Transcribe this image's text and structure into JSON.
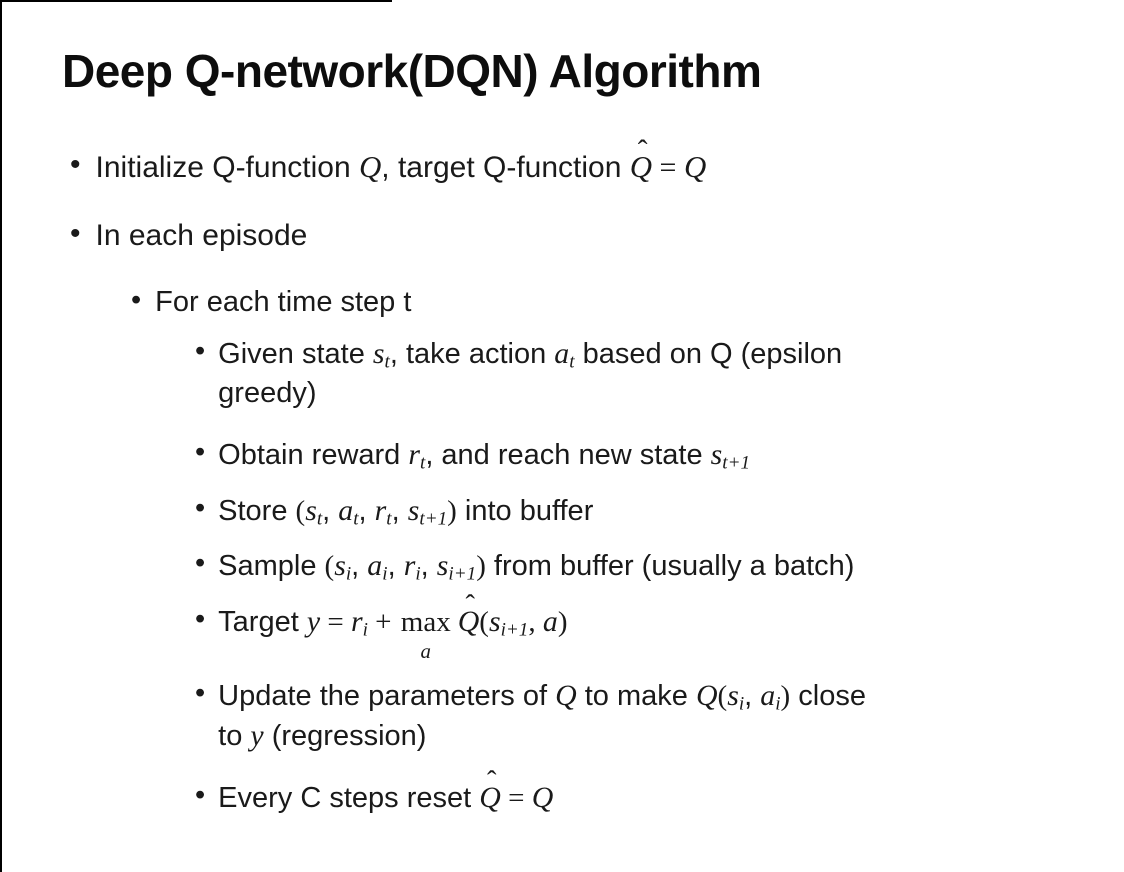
{
  "slide": {
    "title": "Deep Q-network(DQN) Algorithm",
    "background_color": "#ffffff",
    "text_color": "#1a1a1a",
    "border_color": "#000000",
    "symbols": {
      "bullet": "•",
      "hat": "ˆ"
    },
    "bullets": [
      {
        "level": 1,
        "segments": [
          [
            "t",
            "Initialize Q-function "
          ],
          [
            "v",
            "Q"
          ],
          [
            "t",
            ", target Q-function "
          ],
          [
            "h",
            "Q"
          ],
          [
            "u",
            " = "
          ],
          [
            "v",
            "Q"
          ]
        ]
      },
      {
        "level": 1,
        "segments": [
          [
            "t",
            "In each episode"
          ]
        ]
      },
      {
        "level": 2,
        "segments": [
          [
            "t",
            "For each time step t"
          ]
        ]
      },
      {
        "level": 3,
        "segments": [
          [
            "t",
            "Given state "
          ],
          [
            "v",
            "s"
          ],
          [
            "s",
            "t"
          ],
          [
            "t",
            ", take action "
          ],
          [
            "v",
            "a"
          ],
          [
            "s",
            "t"
          ],
          [
            "t",
            " based on Q (epsilon"
          ],
          [
            "b"
          ],
          [
            "t",
            "greedy)"
          ]
        ]
      },
      {
        "level": 3,
        "segments": [
          [
            "t",
            "Obtain reward "
          ],
          [
            "v",
            "r"
          ],
          [
            "s",
            "t"
          ],
          [
            "t",
            ", and reach new state "
          ],
          [
            "v",
            "s"
          ],
          [
            "s",
            "t+1"
          ]
        ]
      },
      {
        "level": 3,
        "segments": [
          [
            "t",
            "Store "
          ],
          [
            "u",
            "("
          ],
          [
            "v",
            "s"
          ],
          [
            "s",
            "t"
          ],
          [
            "t",
            ", "
          ],
          [
            "v",
            "a"
          ],
          [
            "s",
            "t"
          ],
          [
            "t",
            ", "
          ],
          [
            "v",
            "r"
          ],
          [
            "s",
            "t"
          ],
          [
            "t",
            ", "
          ],
          [
            "v",
            "s"
          ],
          [
            "s",
            "t+1"
          ],
          [
            "u",
            ")"
          ],
          [
            "t",
            " into buffer"
          ]
        ]
      },
      {
        "level": 3,
        "segments": [
          [
            "t",
            "Sample "
          ],
          [
            "u",
            "("
          ],
          [
            "v",
            "s"
          ],
          [
            "s",
            "i"
          ],
          [
            "t",
            ", "
          ],
          [
            "v",
            "a"
          ],
          [
            "s",
            "i"
          ],
          [
            "t",
            ", "
          ],
          [
            "v",
            "r"
          ],
          [
            "s",
            "i"
          ],
          [
            "t",
            ", "
          ],
          [
            "v",
            "s"
          ],
          [
            "s",
            "i+1"
          ],
          [
            "u",
            ")"
          ],
          [
            "t",
            " from buffer (usually a batch)"
          ]
        ]
      },
      {
        "level": 3,
        "segments": [
          [
            "t",
            "Target "
          ],
          [
            "v",
            "y"
          ],
          [
            "u",
            " = "
          ],
          [
            "v",
            "r"
          ],
          [
            "s",
            "i"
          ],
          [
            "u",
            " + "
          ],
          [
            "m",
            "max",
            "a"
          ],
          [
            "h",
            "Q"
          ],
          [
            "u",
            "("
          ],
          [
            "v",
            "s"
          ],
          [
            "s",
            "i+1"
          ],
          [
            "u",
            ", "
          ],
          [
            "v",
            "a"
          ],
          [
            "u",
            ")"
          ]
        ]
      },
      {
        "level": 3,
        "segments": [
          [
            "t",
            "Update the parameters of "
          ],
          [
            "v",
            "Q"
          ],
          [
            "t",
            " to make "
          ],
          [
            "v",
            "Q"
          ],
          [
            "u",
            "("
          ],
          [
            "v",
            "s"
          ],
          [
            "s",
            "i"
          ],
          [
            "t",
            ", "
          ],
          [
            "v",
            "a"
          ],
          [
            "s",
            "i"
          ],
          [
            "u",
            ")"
          ],
          [
            "t",
            " close"
          ],
          [
            "b"
          ],
          [
            "t",
            "to "
          ],
          [
            "v",
            "y"
          ],
          [
            "t",
            " (regression)"
          ]
        ]
      },
      {
        "level": 3,
        "segments": [
          [
            "t",
            "Every C steps reset "
          ],
          [
            "h",
            "Q"
          ],
          [
            "u",
            " = "
          ],
          [
            "v",
            "Q"
          ]
        ]
      }
    ]
  }
}
